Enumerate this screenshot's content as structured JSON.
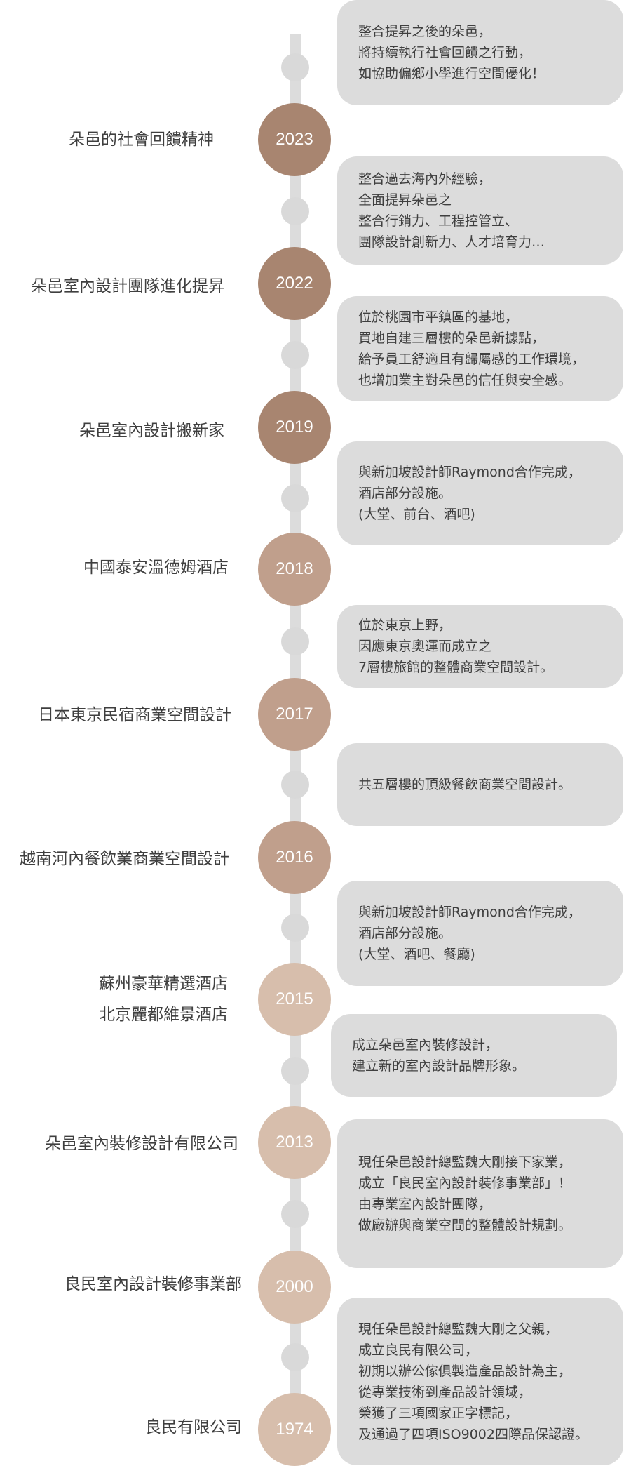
{
  "colors": {
    "spine": "#dcdcdc",
    "box_bg": "#dcdcdc",
    "year_dark": "#a88570",
    "year_mid": "#c09f8c",
    "year_light": "#d7beac"
  },
  "entries": [
    {
      "year": "2023",
      "title": [
        "朵邑的社會回饋精神"
      ],
      "desc": [
        "整合提昇之後的朵邑，",
        "將持續執行社會回饋之行動，",
        "如協助偏鄉小學進行空間優化！"
      ]
    },
    {
      "year": "2022",
      "title": [
        "朵邑室內設計團隊進化提昇"
      ],
      "desc": [
        "整合過去海內外經驗，",
        "全面提昇朵邑之",
        "整合行銷力、工程控管立、",
        "團隊設計創新力、人才培育力…"
      ]
    },
    {
      "year": "2019",
      "title": [
        "朵邑室內設計搬新家"
      ],
      "desc": [
        "位於桃園市平鎮區的基地，",
        "買地自建三層樓的朵邑新據點，",
        "給予員工舒適且有歸屬感的工作環境，",
        "也增加業主對朵邑的信任與安全感。"
      ]
    },
    {
      "year": "2018",
      "title": [
        "中國泰安溫德姆酒店"
      ],
      "desc": [
        "與新加坡設計師Raymond合作完成，",
        "酒店部分設施。",
        "(大堂、前台、酒吧)"
      ]
    },
    {
      "year": "2017",
      "title": [
        "日本東京民宿商業空間設計"
      ],
      "desc": [
        "位於東京上野，",
        "因應東京奧運而成立之",
        "7層樓旅館的整體商業空間設計。"
      ]
    },
    {
      "year": "2016",
      "title": [
        "越南河內餐飲業商業空間設計"
      ],
      "desc": [
        "共五層樓的頂級餐飲商業空間設計。"
      ]
    },
    {
      "year": "2015",
      "title": [
        "蘇州豪華精選酒店",
        "北京麗都維景酒店"
      ],
      "desc": [
        "與新加坡設計師Raymond合作完成，",
        "酒店部分設施。",
        "(大堂、酒吧、餐廳)"
      ]
    },
    {
      "year": "2013",
      "title": [
        "朵邑室內裝修設計有限公司"
      ],
      "desc": [
        "成立朵邑室內裝修設計，",
        "建立新的室內設計品牌形象。"
      ]
    },
    {
      "year": "2000",
      "title": [
        "良民室內設計裝修事業部"
      ],
      "desc": [
        "現任朵邑設計總監魏大剛接下家業，",
        "成立「良民室內設計裝修事業部」！",
        "由專業室內設計團隊，",
        "做廠辦與商業空間的整體設計規劃。"
      ]
    },
    {
      "year": "1974",
      "title": [
        "良民有限公司"
      ],
      "desc": [
        "現任朵邑設計總監魏大剛之父親，",
        "成立良民有限公司，",
        "初期以辦公傢俱製造產品設計為主，",
        "從專業技術到產品設計領域，",
        "榮獲了三項國家正字標記，",
        "及通過了四項ISO9002四際品保認證。"
      ]
    }
  ]
}
